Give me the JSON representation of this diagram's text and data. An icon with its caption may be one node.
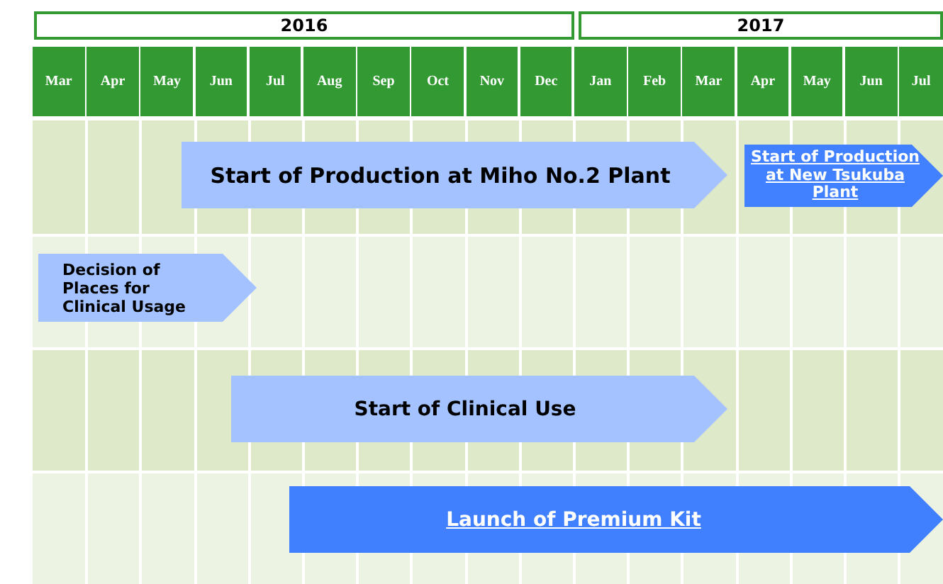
{
  "diagram": {
    "nodes": [
      {
        "text": [
          "2016"
        ]
      },
      {
        "text": [
          "2017"
        ]
      },
      {
        "text": [
          "Mar"
        ]
      },
      {
        "text": [
          "Apr"
        ]
      },
      {
        "text": [
          "May"
        ]
      },
      {
        "text": [
          "Jun"
        ]
      },
      {
        "text": [
          "Jul"
        ]
      },
      {
        "text": [
          "Aug"
        ]
      },
      {
        "text": [
          "Sep"
        ]
      },
      {
        "text": [
          "Oct"
        ]
      },
      {
        "text": [
          "Nov"
        ]
      },
      {
        "text": [
          "Dec"
        ]
      },
      {
        "text": [
          "Jan"
        ]
      },
      {
        "text": [
          "Feb"
        ]
      },
      {
        "text": [
          "Mar"
        ]
      },
      {
        "text": [
          "Apr"
        ]
      },
      {
        "text": [
          "May"
        ]
      },
      {
        "text": [
          "Jun"
        ]
      },
      {
        "text": [
          "Jul"
        ]
      },
      {
        "text": [
          "Start of Production at Miho No.2 Plant"
        ]
      },
      {
        "text": [
          "Start of Production at New Tsukuba Plant"
        ]
      },
      {
        "text": [
          "Decision of Places for Clinical Usage"
        ]
      },
      {
        "text": [
          "Start of Clinical Use"
        ]
      },
      {
        "text": [
          "Launch of Premium Kit"
        ]
      }
    ]
  }
}
